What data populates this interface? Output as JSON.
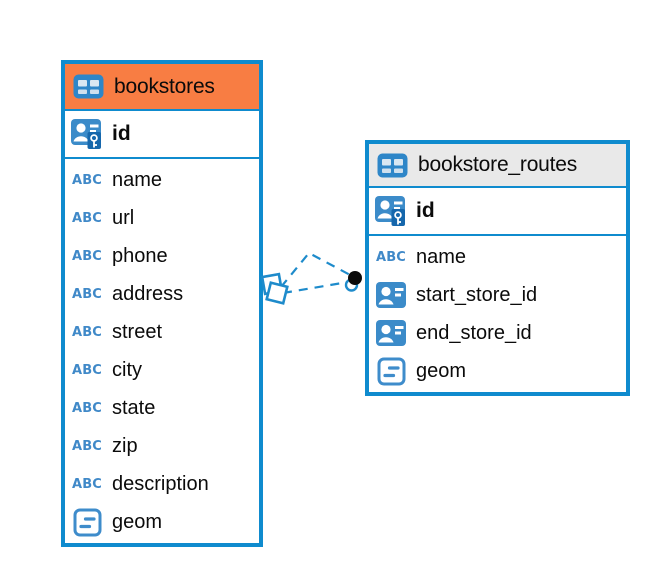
{
  "diagram": {
    "background": "#ffffff",
    "accent_blue": "#0F8BCE",
    "relation_line_color": "#1E8BCB",
    "relation_line_style": "dashed"
  },
  "icons": {
    "text_type_label": "ABC",
    "icon_blue": "#3B8BC9",
    "table_icon_blue": "#2E86C8"
  },
  "tables": [
    {
      "name": "bookstores",
      "header_color": "#F87D43",
      "primary_key": {
        "name": "id",
        "type": "primary-key"
      },
      "columns": [
        {
          "name": "name",
          "type": "text"
        },
        {
          "name": "url",
          "type": "text"
        },
        {
          "name": "phone",
          "type": "text"
        },
        {
          "name": "address",
          "type": "text"
        },
        {
          "name": "street",
          "type": "text"
        },
        {
          "name": "city",
          "type": "text"
        },
        {
          "name": "state",
          "type": "text"
        },
        {
          "name": "zip",
          "type": "text"
        },
        {
          "name": "description",
          "type": "text"
        },
        {
          "name": "geom",
          "type": "geometry"
        }
      ]
    },
    {
      "name": "bookstore_routes",
      "header_color": "#E9E9E9",
      "primary_key": {
        "name": "id",
        "type": "primary-key"
      },
      "columns": [
        {
          "name": "name",
          "type": "text"
        },
        {
          "name": "start_store_id",
          "type": "reference"
        },
        {
          "name": "end_store_id",
          "type": "reference"
        },
        {
          "name": "geom",
          "type": "geometry"
        }
      ]
    }
  ],
  "relationships": [
    {
      "from_table": "bookstore_routes",
      "from_column": "start_store_id",
      "to_table": "bookstores",
      "to_column": "id",
      "style": "dashed"
    },
    {
      "from_table": "bookstore_routes",
      "from_column": "end_store_id",
      "to_table": "bookstores",
      "to_column": "id",
      "style": "dashed"
    }
  ]
}
